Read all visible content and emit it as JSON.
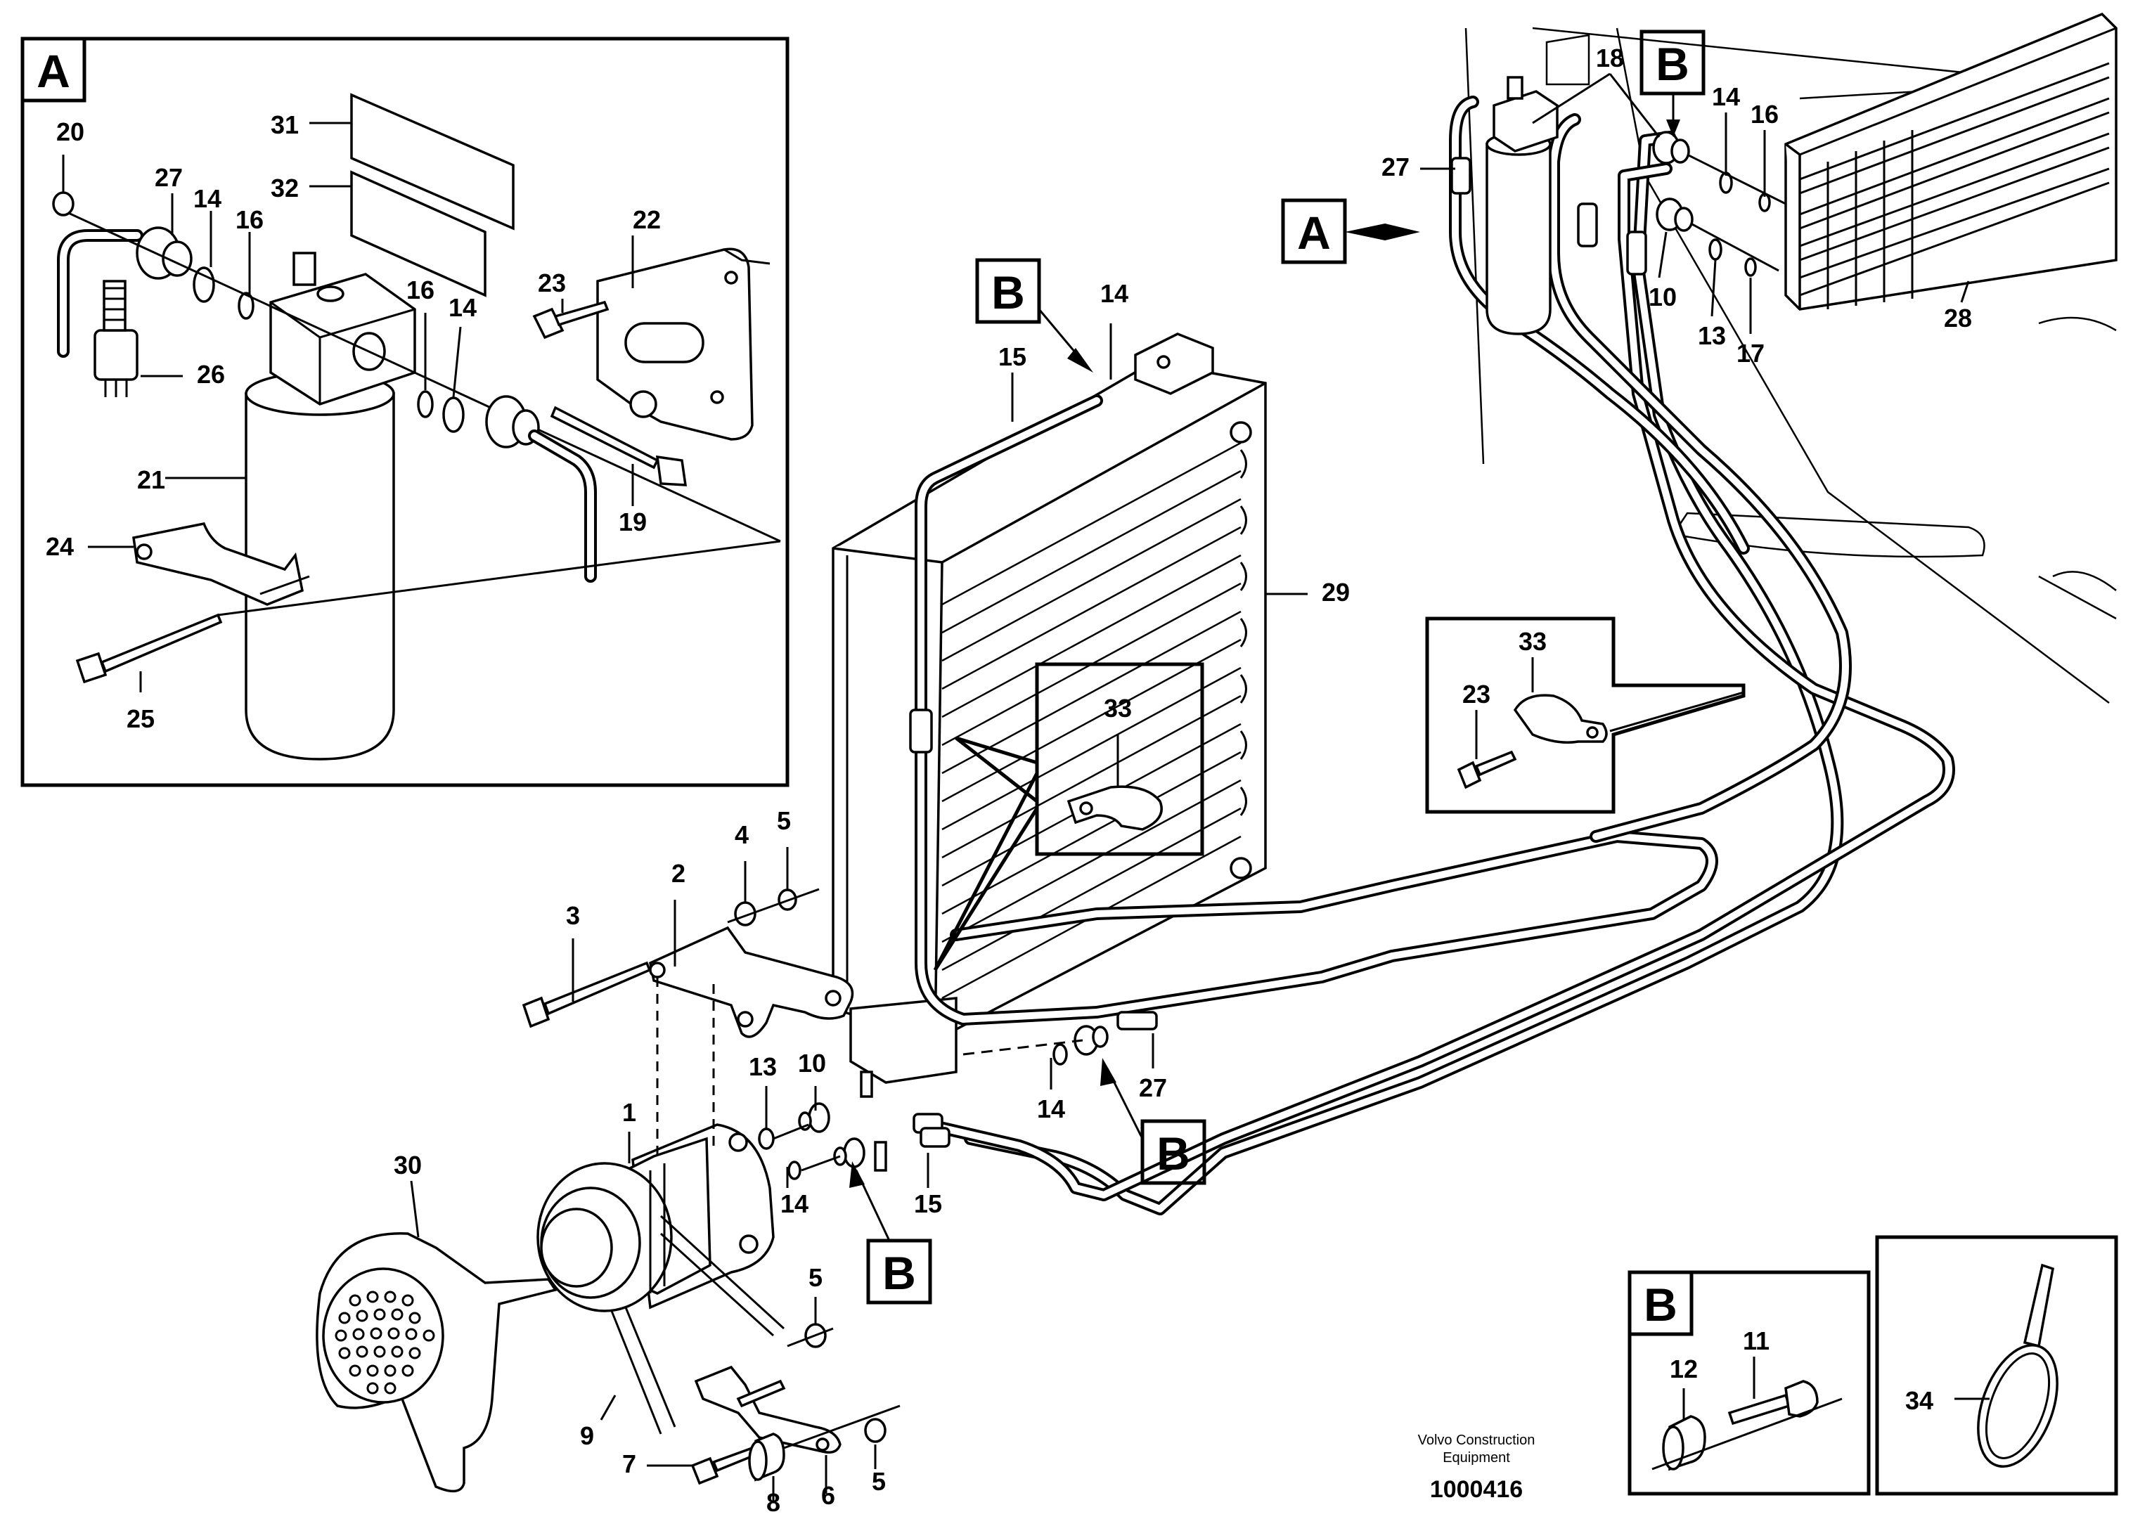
{
  "callouts": {
    "c1": "1",
    "c2": "2",
    "c3": "3",
    "c4": "4",
    "c5a": "5",
    "c5b": "5",
    "c5c": "5",
    "c6": "6",
    "c7": "7",
    "c8": "8",
    "c9": "9",
    "c10a": "10",
    "c10b": "10",
    "c11": "11",
    "c12": "12",
    "c13a": "13",
    "c13b": "13",
    "c14a": "14",
    "c14b": "14",
    "c14c": "14",
    "c14d": "14",
    "c14e": "14",
    "c14f": "14",
    "c15a": "15",
    "c15b": "15",
    "c16a": "16",
    "c16b": "16",
    "c16c": "16",
    "c17": "17",
    "c18": "18",
    "c19": "19",
    "c20": "20",
    "c21": "21",
    "c22": "22",
    "c23a": "23",
    "c23b": "23",
    "c24": "24",
    "c25": "25",
    "c26": "26",
    "c27a": "27",
    "c27b": "27",
    "c27c": "27",
    "c28": "28",
    "c29": "29",
    "c30": "30",
    "c31": "31",
    "c32": "32",
    "c33a": "33",
    "c33b": "33",
    "c34": "34"
  },
  "view_labels": {
    "inset_a": "A",
    "ref_a": "A",
    "ref_b1": "B",
    "ref_b2": "B",
    "ref_b3": "B",
    "ref_b4": "B",
    "inset_b": "B"
  },
  "credit": {
    "line1": "Volvo Construction",
    "line2": "Equipment",
    "number": "1000416"
  }
}
